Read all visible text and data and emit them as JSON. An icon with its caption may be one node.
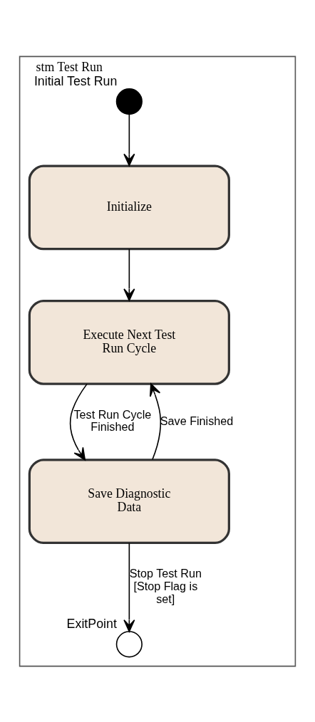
{
  "diagram": {
    "nodes": [
      {
        "text": [
          "stm Test Run"
        ]
      },
      {
        "text": [],
        "shape": "circle",
        "beside": [
          "Initial Test Run"
        ],
        "in": 0
      },
      {
        "text": [
          "Initialize"
        ],
        "in": 0
      },
      {
        "text": [
          "Execute Next Test Run Cycle"
        ],
        "in": 0
      },
      {
        "text": [
          "Save Diagnostic Data"
        ],
        "in": 0
      },
      {
        "text": [],
        "shape": "circle",
        "beside": [
          "ExitPoint"
        ],
        "in": 0
      }
    ],
    "edges": [
      {
        "from": 1,
        "to": 2,
        "arrow": "to"
      },
      {
        "from": 2,
        "to": 3,
        "arrow": "to"
      },
      {
        "from": 3,
        "to": 4,
        "arrow": "to",
        "label": "Test Run Cycle Finished"
      },
      {
        "from": 4,
        "to": 3,
        "arrow": "to",
        "label": "Save Finished"
      },
      {
        "from": 4,
        "to": 5,
        "arrow": "to",
        "label": "Stop Test Run [Stop Flag is set]"
      }
    ]
  }
}
